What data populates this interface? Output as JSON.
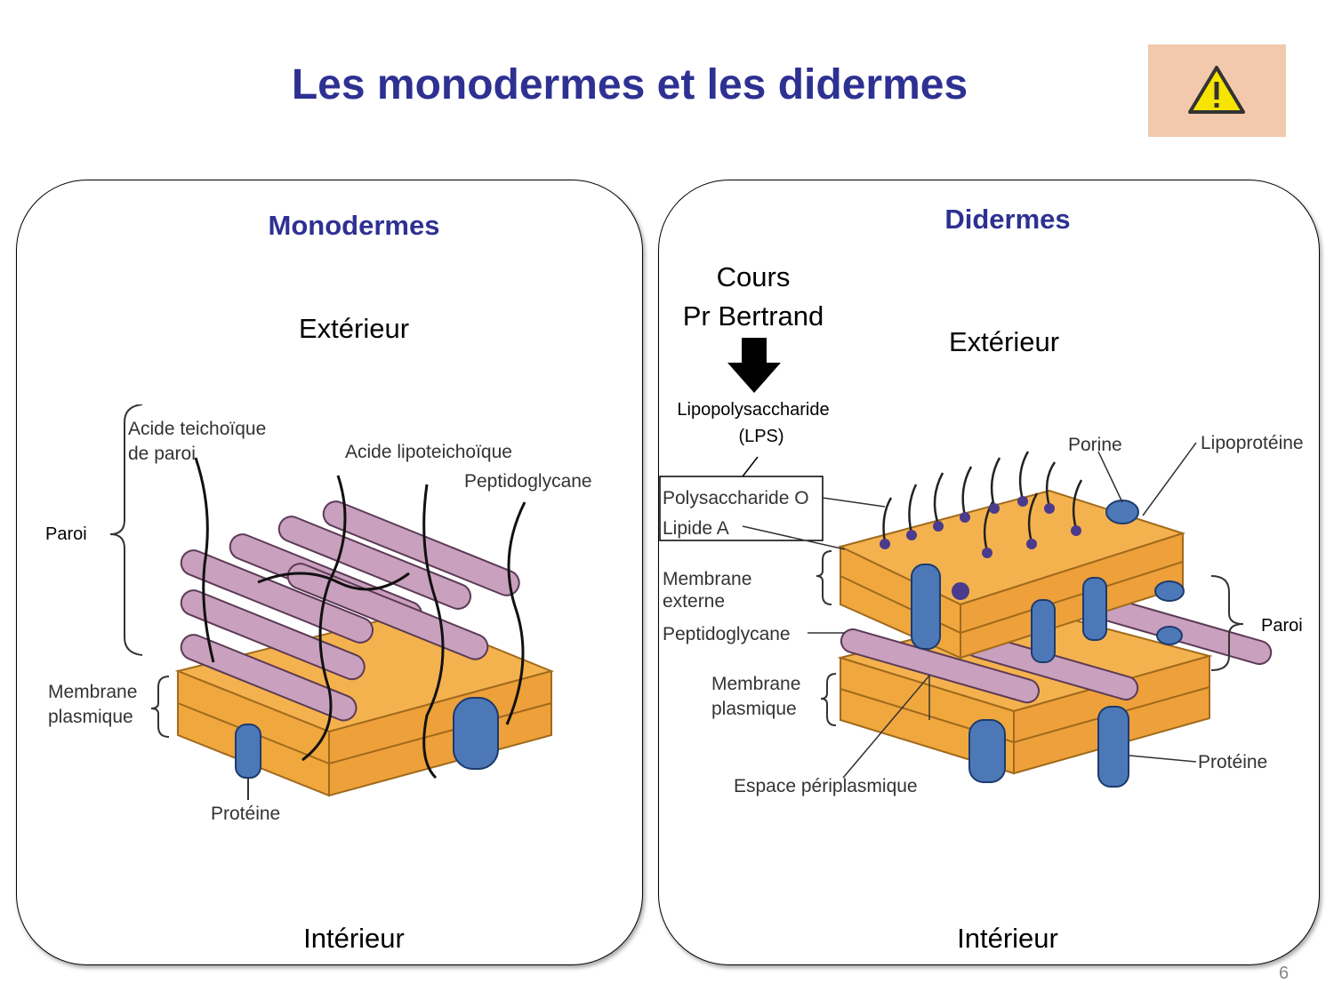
{
  "title": "Les monodermes et les didermes",
  "warning_icon": "warning-triangle-icon",
  "page_number": "6",
  "left": {
    "heading": "Monodermes",
    "exterior": "Extérieur",
    "interior": "Intérieur",
    "labels": {
      "acide_teichoique": "Acide teichoïque",
      "de_paroi": "de paroi",
      "acide_lipoteichoique": "Acide lipoteichoïque",
      "peptidoglycane": "Peptidoglycane",
      "paroi": "Paroi",
      "membrane": "Membrane",
      "plasmique": "plasmique",
      "proteine": "Protéine"
    }
  },
  "right": {
    "heading": "Didermes",
    "cours_line1": "Cours",
    "cours_line2": "Pr Bertrand",
    "lps_line1": "Lipopolysaccharide",
    "lps_line2": "(LPS)",
    "exterior": "Extérieur",
    "interior": "Intérieur",
    "labels": {
      "polysaccharide_o": "Polysaccharide O",
      "lipide_a": "Lipide A",
      "membrane": "Membrane",
      "externe": "externe",
      "peptidoglycane": "Peptidoglycane",
      "membrane2": "Membrane",
      "plasmique": "plasmique",
      "espace_periplasmique": "Espace périplasmique",
      "porine": "Porine",
      "lipoproteine": "Lipoprotéine",
      "paroi": "Paroi",
      "proteine": "Protéine"
    }
  }
}
